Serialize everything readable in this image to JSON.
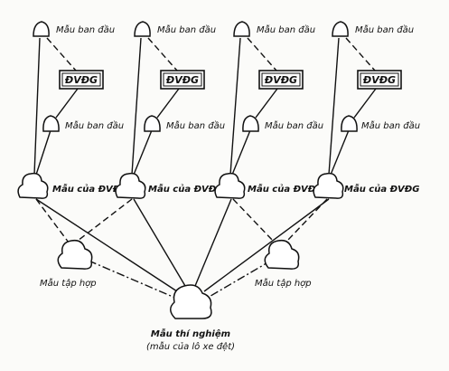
{
  "columns": [
    {
      "top_label": "Mẫu ban đầu",
      "box_label": "ĐVĐG",
      "mid_label": "Mẫu ban đầu",
      "bottom_label": "Mẫu của ĐVĐG"
    },
    {
      "top_label": "Mẫu ban đầu",
      "box_label": "ĐVĐG",
      "mid_label": "Mẫu ban đầu",
      "bottom_label": "Mẫu của ĐVĐG"
    },
    {
      "top_label": "Mẫu ban đầu",
      "box_label": "ĐVĐG",
      "mid_label": "Mẫu ban đầu",
      "bottom_label": "Mẫu của ĐVĐG"
    },
    {
      "top_label": "Mẫu ban đầu",
      "box_label": "ĐVĐG",
      "mid_label": "Mẫu ban đầu",
      "bottom_label": "Mẫu của ĐVĐG"
    }
  ],
  "composites": [
    {
      "label": "Mẫu tập hợp"
    },
    {
      "label": "Mẫu tập hợp"
    }
  ],
  "test_sample": {
    "label": "Mẫu thí nghiệm",
    "sublabel": "(mẫu của lô xe đệt)"
  }
}
